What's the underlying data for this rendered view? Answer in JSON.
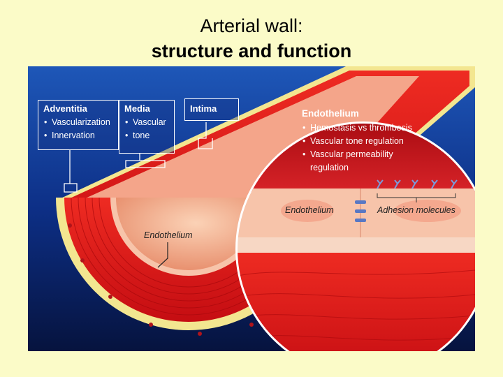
{
  "title": {
    "line1": "Arterial wall:",
    "line2": "structure and function"
  },
  "labels": {
    "adventitia": {
      "header": "Adventitia",
      "items": [
        "Vascularization",
        "Innervation"
      ]
    },
    "media": {
      "header": "Media",
      "items": [
        "Vascular",
        "tone"
      ]
    },
    "intima": {
      "header": "Intima"
    },
    "endothelium_panel": {
      "header": "Endothelium",
      "items": [
        "Hemostasis vs thrombosis",
        "Vascular tone regulation",
        "Vascular permeability",
        "regulation"
      ]
    },
    "endothelium_cell": "Endothelium",
    "adhesion_molecules": "Adhesion molecules",
    "endothelium_vessel": "Endothelium"
  },
  "colors": {
    "background": "#fbfbc8",
    "figure_background": "#0d2a78",
    "muscle_red": "#e8141a",
    "intima_pink": "#f5c5a8",
    "adventitia_yellow": "#f3e690"
  }
}
